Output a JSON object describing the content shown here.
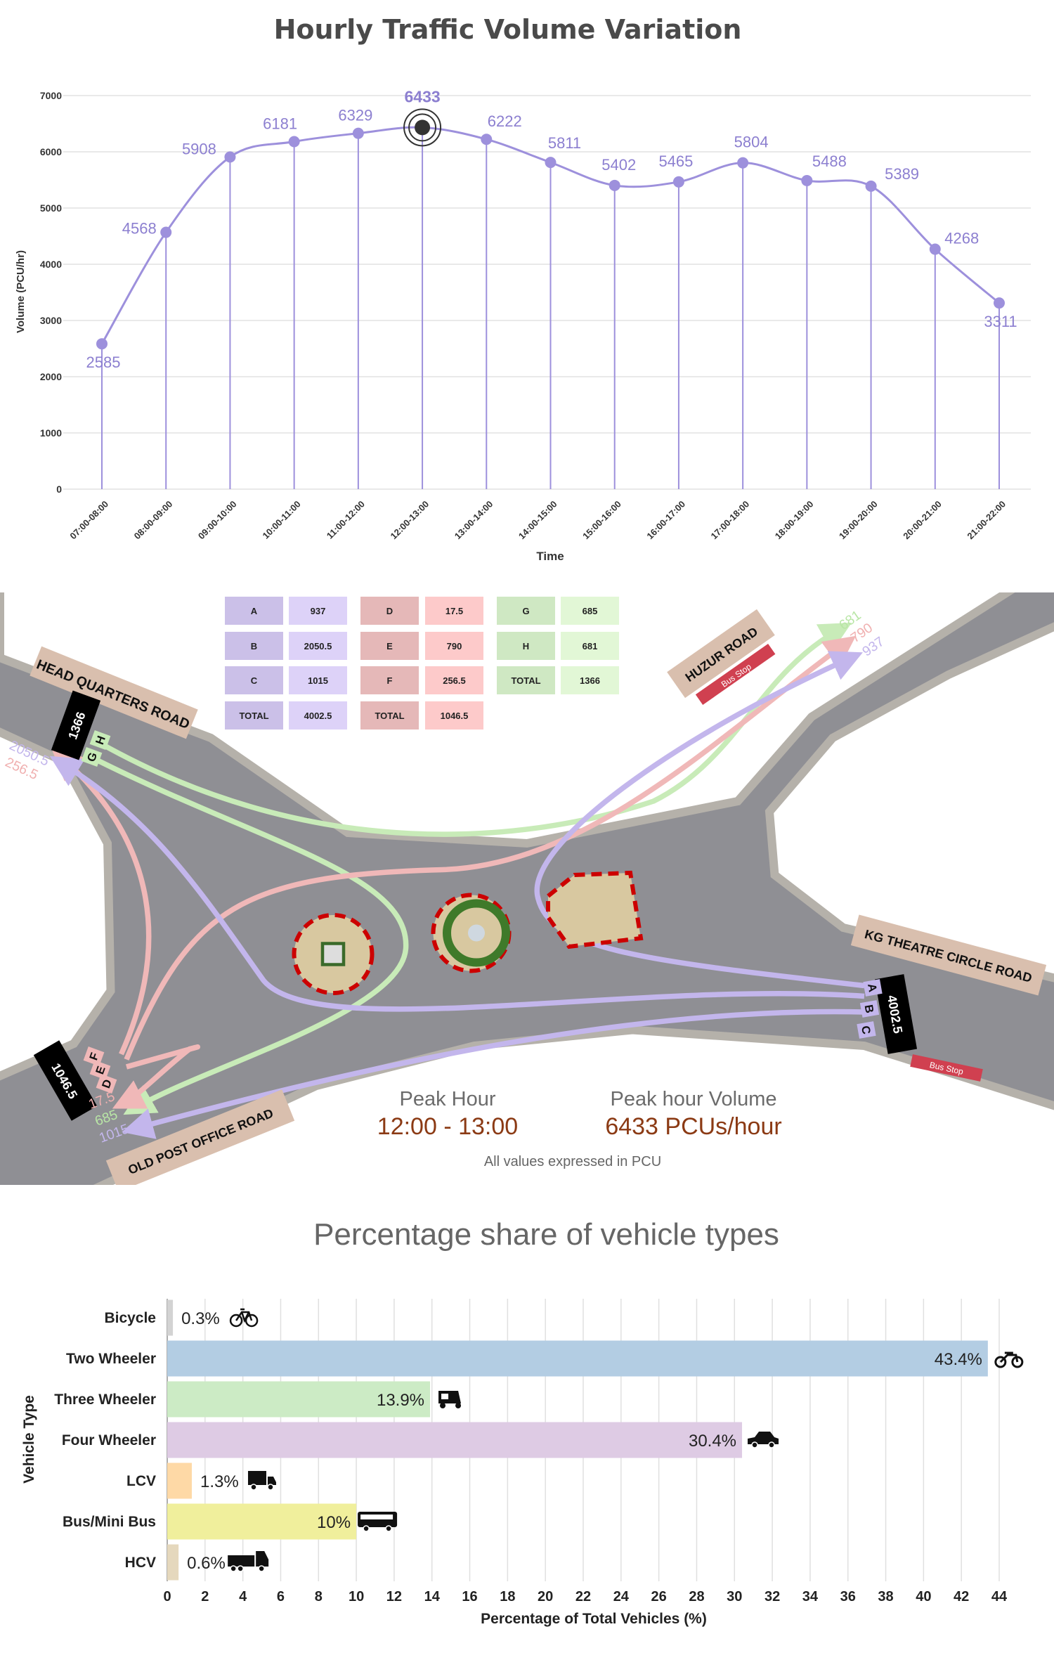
{
  "chart_data": [
    {
      "type": "line",
      "title": "Hourly Traffic Volume Variation",
      "xlabel": "Time",
      "ylabel": "Volume (PCU/hr)",
      "ylim": [
        0,
        7000
      ],
      "yticks": [
        "0",
        "1000",
        "2000",
        "3000",
        "4000",
        "5000",
        "6000",
        "7000"
      ],
      "grid": true,
      "color": "#9d90dc",
      "label_color": "#8c7fd0",
      "categories": [
        "07:00-08:00",
        "08:00-09:00",
        "09:00-10:00",
        "10:00-11:00",
        "11:00-12:00",
        "12:00-13:00",
        "13:00-14:00",
        "14:00-15:00",
        "15:00-16:00",
        "16:00-17:00",
        "17:00-18:00",
        "18:00-19:00",
        "19:00-20:00",
        "20:00-21:00",
        "21:00-22:00"
      ],
      "values": [
        2585,
        4568,
        5908,
        6181,
        6329,
        6433,
        6222,
        5811,
        5402,
        5465,
        5804,
        5488,
        5389,
        4268,
        3311
      ],
      "labels": [
        "2585",
        "4568",
        "5908",
        "6181",
        "6329",
        "6433",
        "6222",
        "5811",
        "5402",
        "5465",
        "5804",
        "5488",
        "5389",
        "4268",
        "3311"
      ],
      "highlight": "12:00-13:00"
    },
    {
      "type": "bar",
      "orientation": "horizontal",
      "title": "Percentage share of vehicle types",
      "xlabel": "Percentage of Total Vehicles (%)",
      "ylabel": "Vehicle Type",
      "xlim": [
        0,
        44
      ],
      "xticks": [
        "0",
        "2",
        "4",
        "6",
        "8",
        "10",
        "12",
        "14",
        "16",
        "18",
        "20",
        "22",
        "24",
        "26",
        "28",
        "30",
        "32",
        "34",
        "36",
        "38",
        "40",
        "42",
        "44"
      ],
      "grid": true,
      "categories": [
        "Bicycle",
        "Two Wheeler",
        "Three Wheeler",
        "Four Wheeler",
        "LCV",
        "Bus/Mini Bus",
        "HCV"
      ],
      "values": [
        0.3,
        43.4,
        13.9,
        30.4,
        1.3,
        10,
        0.6
      ],
      "labels": [
        "0.3%",
        "43.4%",
        "13.9%",
        "30.4%",
        "1.3%",
        "10%",
        "0.6%"
      ],
      "colors": [
        "#d3d3d3",
        "#b3cde3",
        "#ccebc5",
        "#decbe4",
        "#fed9a6",
        "#f0ef9c",
        "#e5d8bd"
      ],
      "icons": [
        "bicycle-icon",
        "motorcycle-icon",
        "auto-rickshaw-icon",
        "car-icon",
        "lcv-truck-icon",
        "bus-icon",
        "hcv-truck-icon"
      ]
    }
  ],
  "flow_table": {
    "groups": [
      {
        "rows": [
          [
            "A",
            "937"
          ],
          [
            "B",
            "2050.5"
          ],
          [
            "C",
            "1015"
          ],
          [
            "TOTAL",
            "4002.5"
          ]
        ],
        "key_color": "#cbc0e8",
        "val_color": "#ddd2f8"
      },
      {
        "rows": [
          [
            "D",
            "17.5"
          ],
          [
            "E",
            "790"
          ],
          [
            "F",
            "256.5"
          ],
          [
            "TOTAL",
            "1046.5"
          ]
        ],
        "key_color": "#e5b8b8",
        "val_color": "#fdcaca"
      },
      {
        "rows": [
          [
            "G",
            "685"
          ],
          [
            "H",
            "681"
          ],
          [
            "TOTAL",
            "1366"
          ]
        ],
        "key_color": "#cfe8c3",
        "val_color": "#e2f7d6"
      }
    ]
  },
  "map": {
    "roads": {
      "head_quarters": "HEAD QUARTERS ROAD",
      "huzur": "HUZUR ROAD",
      "kg_theatre": "KG THEATRE CIRCLE ROAD",
      "old_post_office": "OLD POST OFFICE ROAD"
    },
    "bus_stop": "Bus Stop",
    "totals": {
      "head_quarters": "1366",
      "kg_theatre": "4002.5",
      "old_post_office": "1046.5"
    },
    "lanes": {
      "gh": [
        "G",
        "H"
      ],
      "abc": [
        "A",
        "B",
        "C"
      ],
      "def": [
        "D",
        "E",
        "F"
      ]
    },
    "flows_huzur": [
      "681",
      "790",
      "937"
    ],
    "flows_head_quarters": [
      "2050.5",
      "256.5"
    ],
    "flows_old_post_office": [
      "17.5",
      "685",
      "1015"
    ],
    "colors": {
      "purple": "#c3b6ec",
      "pink": "#f0b8b8",
      "green": "#c8ebb8",
      "road": "#8f8f94",
      "sign": "#d9bfae"
    }
  },
  "peak": {
    "hour_label": "Peak Hour",
    "hour_value": "12:00 - 13:00",
    "volume_label": "Peak hour Volume",
    "volume_value": "6433 PCUs/hour",
    "note": "All values expressed in PCU"
  }
}
